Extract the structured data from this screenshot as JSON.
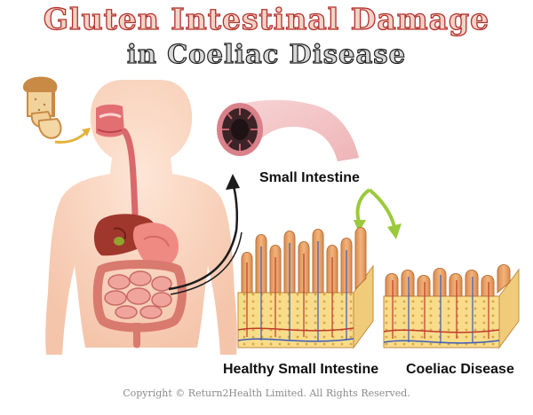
{
  "title": {
    "line1": "Gluten Intestinal Damage",
    "line2": "in Coeliac Disease"
  },
  "labels": {
    "small_intestine": "Small Intestine",
    "healthy": "Healthy Small Intestine",
    "coeliac": "Coeliac Disease"
  },
  "copyright": "Copyright © Return2Health Limited. All Rights Reserved.",
  "colors": {
    "title_stroke": "#b3302b",
    "title_fill": "#f4d2c8",
    "skin": "#f6c9ad",
    "intestine": "#e8a3a0",
    "villi": "#e6a36a",
    "arrow_green": "#9bc93c",
    "arrow_yellow": "#e3b23c"
  }
}
